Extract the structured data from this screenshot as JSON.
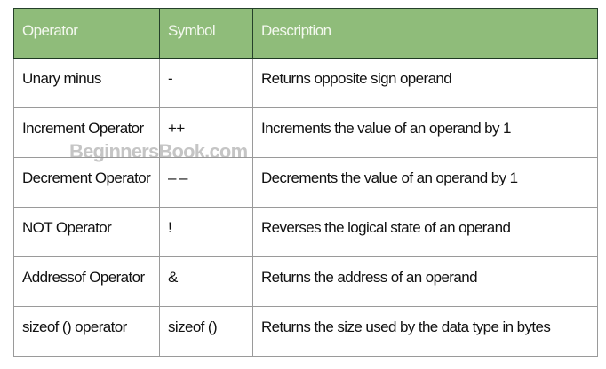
{
  "table": {
    "columns": [
      "Operator",
      "Symbol",
      "Description"
    ],
    "rows": [
      {
        "operator": "Unary minus",
        "symbol": "-",
        "description": "Returns opposite sign operand"
      },
      {
        "operator": "Increment Operator",
        "symbol": "++",
        "description": "Increments the value of an operand by 1"
      },
      {
        "operator": "Decrement Operator",
        "symbol": "– –",
        "description": "Decrements the value of an operand by 1"
      },
      {
        "operator": "NOT Operator",
        "symbol": "!",
        "description": "Reverses the logical state of an operand"
      },
      {
        "operator": "Addressof Operator",
        "symbol": "&",
        "description": "Returns the address of an operand"
      },
      {
        "operator": "sizeof () operator",
        "symbol": "sizeof ()",
        "description": "Returns the size used by the data type in bytes"
      }
    ]
  },
  "watermark": "BeginnersBook.com",
  "colors": {
    "header_bg": "#8fbc7a",
    "header_text": "#f3f8ee",
    "grid_line": "#9a9a9a",
    "header_border": "#1e3a22"
  }
}
